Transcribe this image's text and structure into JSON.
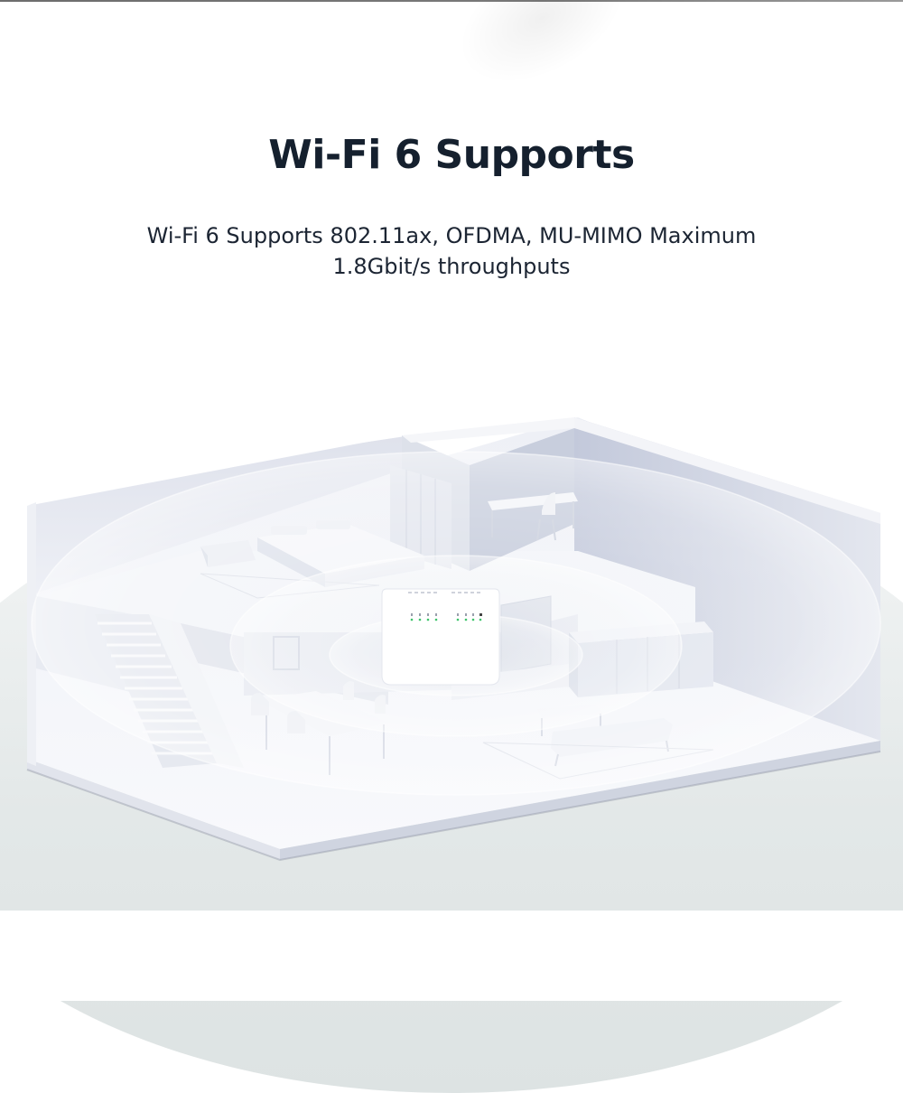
{
  "header": {
    "title": "Wi-Fi 6 Supports",
    "subtitle_line1": "Wi-Fi 6 Supports 802.11ax, OFDMA, MU-MIMO Maximum",
    "subtitle_line2": "1.8Gbit/s throughputs"
  },
  "illustration": {
    "subject": "isometric house cutaway with Wi-Fi router and coverage waves",
    "router_indicators": {
      "left_group_count": 4,
      "right_group_count": 4,
      "led_color": "#3cc46a"
    },
    "rooms": [
      "bedroom",
      "study",
      "dining-room",
      "living-room",
      "staircase"
    ]
  },
  "colors": {
    "title": "#15202e",
    "subtitle": "#1c2533",
    "wall": "#d9dde8",
    "wall_shadow": "#b8bfd2",
    "floor": "#f0f2f7",
    "ground_disc": "#e3e8e8"
  }
}
